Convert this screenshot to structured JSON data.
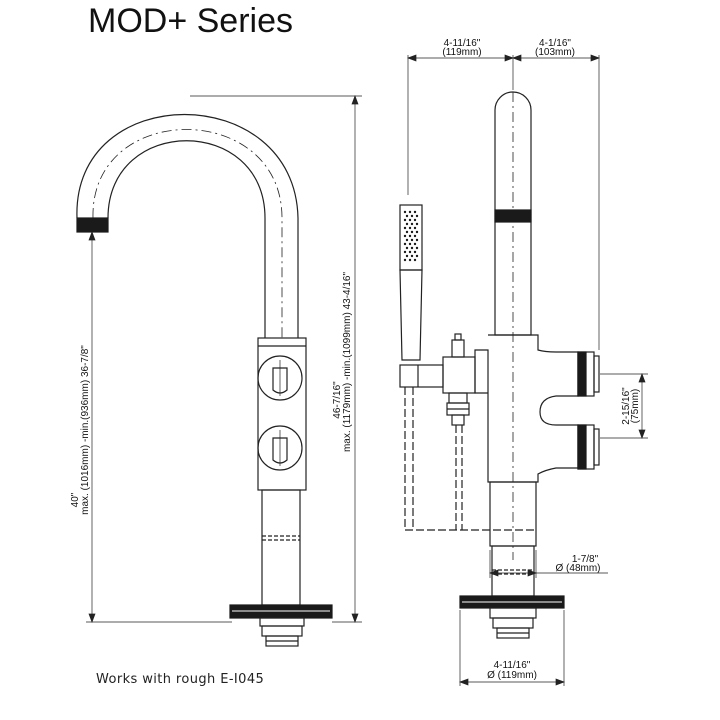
{
  "title": "MOD+ Series",
  "note": "Works with rough E-I045",
  "dimensions": {
    "top_left_in": "4-11/16\"",
    "top_left_mm": "(119mm)",
    "top_right_in": "4-1/16\"",
    "top_right_mm": "(103mm)",
    "spacing_in": "2-15/16\"",
    "spacing_mm": "(75mm)",
    "shank_in": "1-7/8\"",
    "shank_mm": "Ø (48mm)",
    "base_in": "4-11/16\"",
    "base_mm": "Ø (119mm)",
    "spout_in": "40\"",
    "spout_range": "max. (1016mm) -min.(936mm) 36-7/8\"",
    "overall_in": "46-7/16\"",
    "overall_range": "max. (1179mm) -min.(1099mm) 43-4/16\""
  }
}
